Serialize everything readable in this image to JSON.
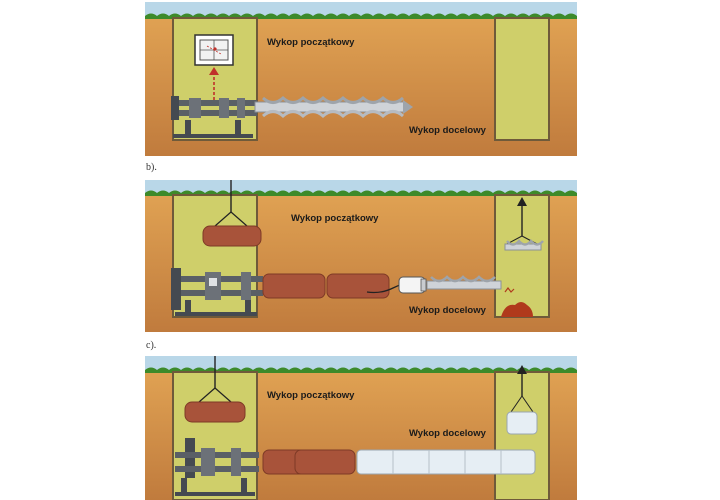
{
  "panel_labels": [
    "b).",
    "c)."
  ],
  "panels": [
    {
      "start_pit_label": "Wykop początkowy",
      "target_pit_label": "Wykop docelowy"
    },
    {
      "start_pit_label": "Wykop początkowy",
      "target_pit_label": "Wykop docelowy"
    },
    {
      "start_pit_label": "Wykop początkowy",
      "target_pit_label": "Wykop docelowy"
    }
  ],
  "colors": {
    "sky": "#b9d7e8",
    "soil_top": "#dc9a4c",
    "soil_bottom": "#bf7a3c",
    "grass": "#3d8a2a",
    "pit_fill": "#cfcf6a",
    "pit_wall": "#6f5a3a",
    "pipe": "#a8533a",
    "casing": "#e6eef4",
    "machine": "#5a5f66",
    "guide_dash": "#c0302a"
  },
  "icons": [
    "theodolite-icon",
    "auger-icon",
    "crane-hook-icon",
    "jacking-frame-icon",
    "spoil-pile-icon",
    "lift-arrow-icon"
  ]
}
